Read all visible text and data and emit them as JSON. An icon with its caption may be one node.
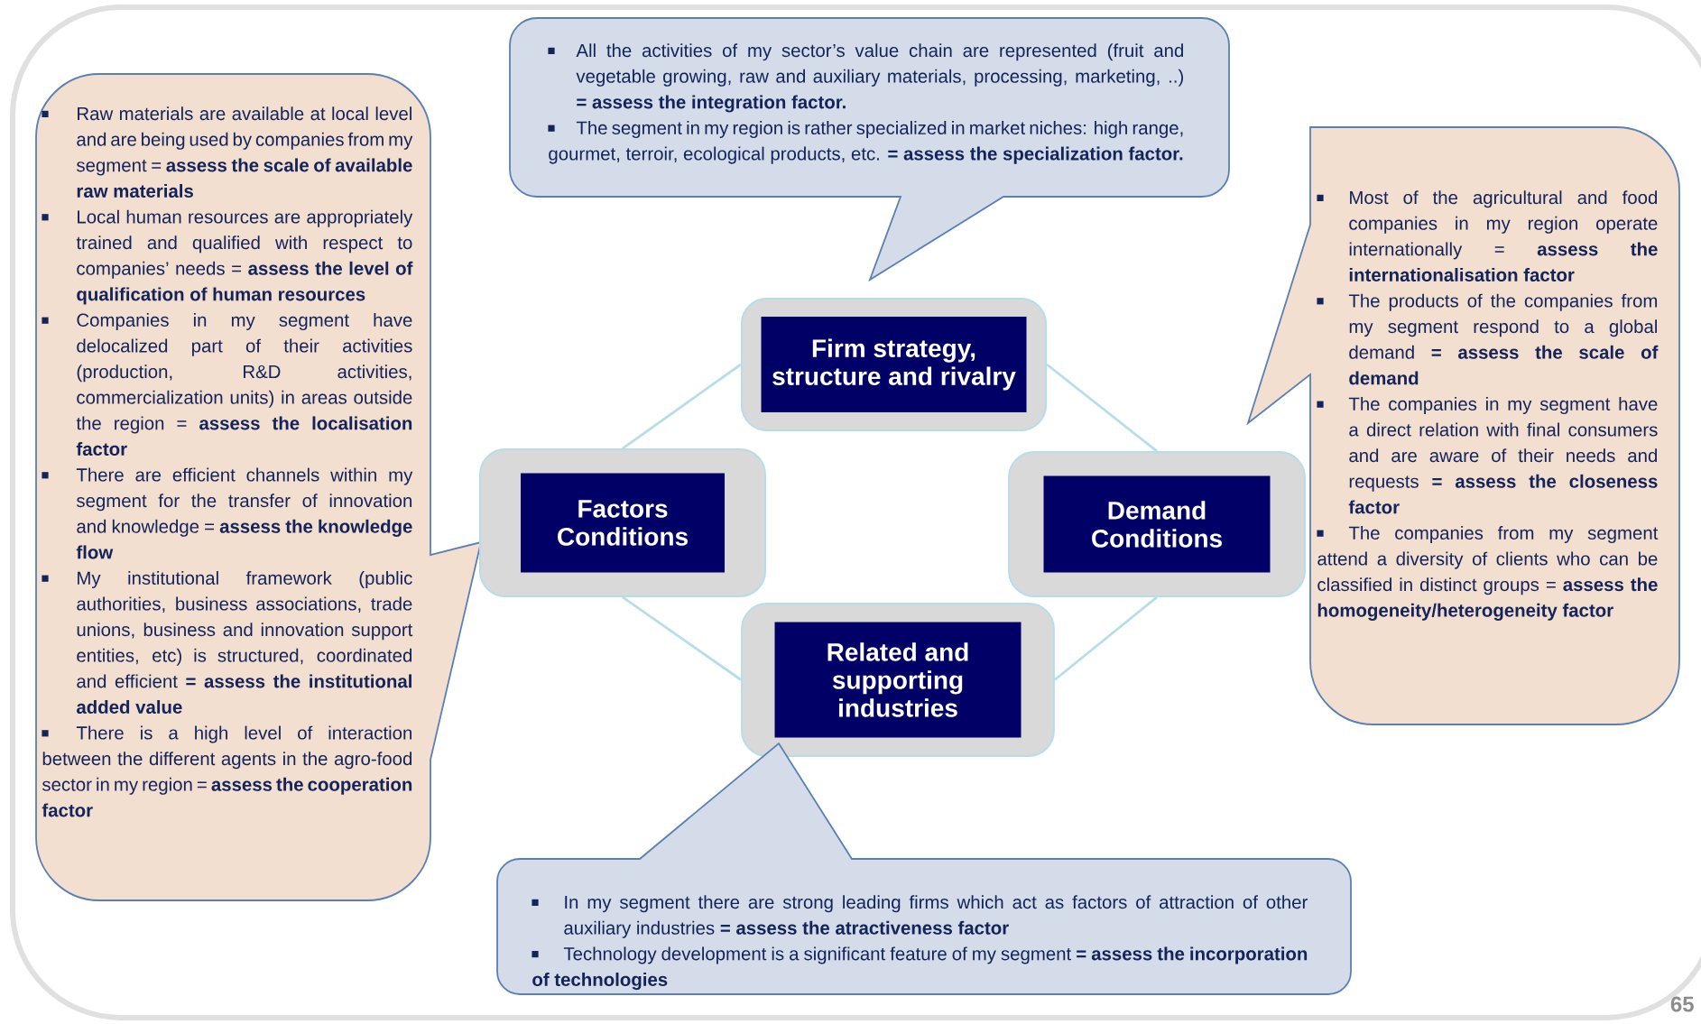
{
  "diagram": {
    "nodes": [
      {
        "text": [
          "All the activities of my sector’s value chain are represented (fruit and vegetable growing, raw and auxiliary materials, processing, marketing, ..) **= assess the integration factor.**",
          "The segment in my region is rather specialized in market niches: high range, gourmet, terroir, ecological products, etc. **= assess the specialization factor.**"
        ]
      },
      {
        "text": [
          "Raw materials are available at local level and are being used by companies from my segment = **assess the scale of available raw materials**",
          "Local human resources are appropriately trained and qualified with respect to companies’ needs = **assess the level of qualification of human resources**",
          "Companies in my segment have delocalized part of their activities (production, R&D activities, commercialization units) in areas outside the region = **assess the localisation factor**",
          "There are efficient channels within my segment for the transfer of innovation and knowledge = **assess the knowledge flow**",
          "My institutional framework (public authorities, business associations, trade unions, business and innovation support entities, etc) is structured, coordinated and efficient **= assess the institutional added value**",
          "There is a high level of interaction between the different agents in the agro-food sector in my region = **assess the cooperation factor**"
        ]
      },
      {
        "text": [
          "Most of the agricultural and food companies in my region operate internationally = **assess the internationalisation factor**",
          "The products of the companies from my segment respond to a global demand **= assess the scale of demand**",
          "The companies in my segment have a direct relation with final consumers and are aware of their needs and requests **= assess the closeness factor**",
          "The companies from my segment attend a diversity of clients who can be classified in distinct groups = **assess the homogeneity/heterogeneity factor**"
        ]
      },
      {
        "text": [
          "Firm strategy, structure and rivalry"
        ]
      },
      {
        "text": [
          "Factors Conditions"
        ]
      },
      {
        "text": [
          "Demand Conditions"
        ]
      },
      {
        "text": [
          "Related and supporting industries"
        ]
      },
      {
        "text": [
          "In my segment there are strong leading firms which act as factors of attraction of other auxiliary industries **= assess the atractiveness factor**",
          "Technology development is a significant feature of my segment **= assess the incorporation of technologies**"
        ]
      }
    ],
    "edges": [
      {
        "from": 3,
        "to": 4,
        "arrow": "none"
      },
      {
        "from": 3,
        "to": 5,
        "arrow": "none"
      },
      {
        "from": 5,
        "to": 6,
        "arrow": "none"
      },
      {
        "from": 6,
        "to": 4,
        "arrow": "none"
      }
    ],
    "labels": [
      "65"
    ]
  }
}
